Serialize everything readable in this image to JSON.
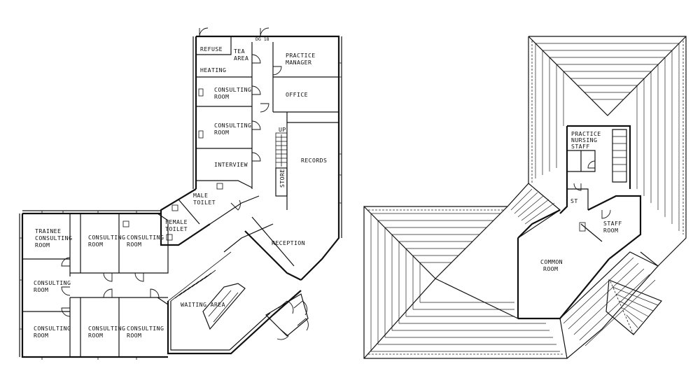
{
  "ground_floor": {
    "rooms": {
      "refuse": "REFUSE",
      "tea_area": [
        "TEA",
        "AREA"
      ],
      "heating": "HEATING",
      "practice_manager": [
        "PRACTICE",
        "MANAGER"
      ],
      "office": "OFFICE",
      "consulting_room_1": [
        "CONSULTING",
        "ROOM"
      ],
      "consulting_room_2": [
        "CONSULTING",
        "ROOM"
      ],
      "interview": "INTERVIEW",
      "store": "STORE",
      "up": "UP",
      "records": "RECORDS",
      "male_toilet": [
        "MALE",
        "TOILET"
      ],
      "female_toilet": [
        "FEMALE",
        "TOILET"
      ],
      "reception": "RECEPTION",
      "trainee_consulting_room": [
        "TRAINEE",
        "CONSULTING",
        "ROOM"
      ],
      "consulting_room_3": [
        "CONSULTING",
        "ROOM"
      ],
      "consulting_room_4": [
        "CONSULTING",
        "ROOM"
      ],
      "consulting_room_5": [
        "CONSULTING",
        "ROOM"
      ],
      "consulting_room_6": [
        "CONSULTING",
        "ROOM"
      ],
      "consulting_room_7": [
        "CONSULTING",
        "ROOM"
      ],
      "consulting_room_8": [
        "CONSULTING",
        "ROOM"
      ],
      "waiting_area": "WAITING AREA",
      "dg": "DG 18"
    }
  },
  "first_floor": {
    "rooms": {
      "practice_nursing_staff": [
        "PRACTICE",
        "NURSING",
        "STAFF"
      ],
      "st": "ST",
      "staff_room": [
        "STAFF",
        "ROOM"
      ],
      "common_room": [
        "COMMON",
        "ROOM"
      ]
    }
  }
}
